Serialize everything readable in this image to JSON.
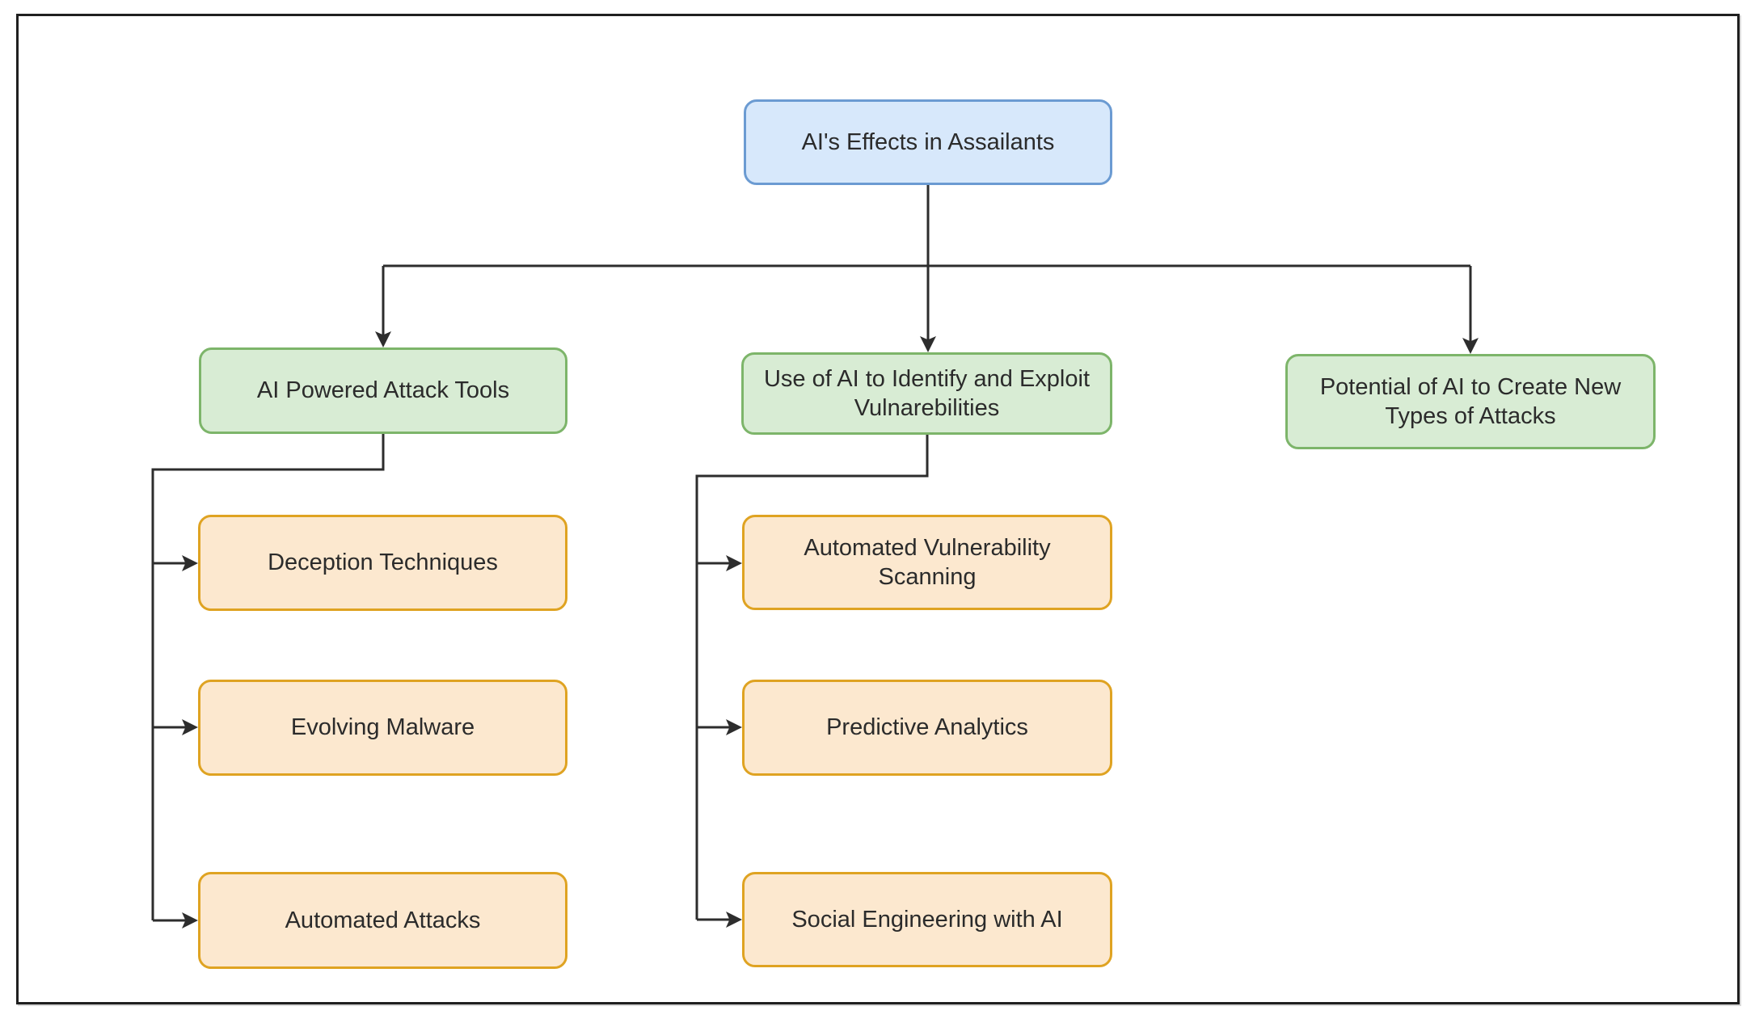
{
  "diagram": {
    "root": {
      "label": "AI's Effects in Assailants"
    },
    "branches": [
      {
        "label": "AI Powered Attack Tools",
        "children": [
          {
            "label": "Deception Techniques"
          },
          {
            "label": "Evolving Malware"
          },
          {
            "label": "Automated Attacks"
          }
        ]
      },
      {
        "label": "Use of AI to Identify and Exploit Vulnarebilities",
        "children": [
          {
            "label": "Automated Vulnerability Scanning"
          },
          {
            "label": "Predictive Analytics"
          },
          {
            "label": "Social Engineering with AI"
          }
        ]
      },
      {
        "label": "Potential of AI to Create New Types of Attacks",
        "children": []
      }
    ],
    "colors": {
      "background": "#ffffff",
      "frame_border": "#1f1f1f",
      "connector": "#2d2d2d",
      "text": "#2b2b2b",
      "root_fill": "#d7e8fb",
      "root_stroke": "#6b9bd2",
      "branch_fill": "#d8ecd4",
      "branch_stroke": "#7db56a",
      "leaf_fill": "#fce8cf",
      "leaf_stroke": "#dfa322"
    }
  }
}
